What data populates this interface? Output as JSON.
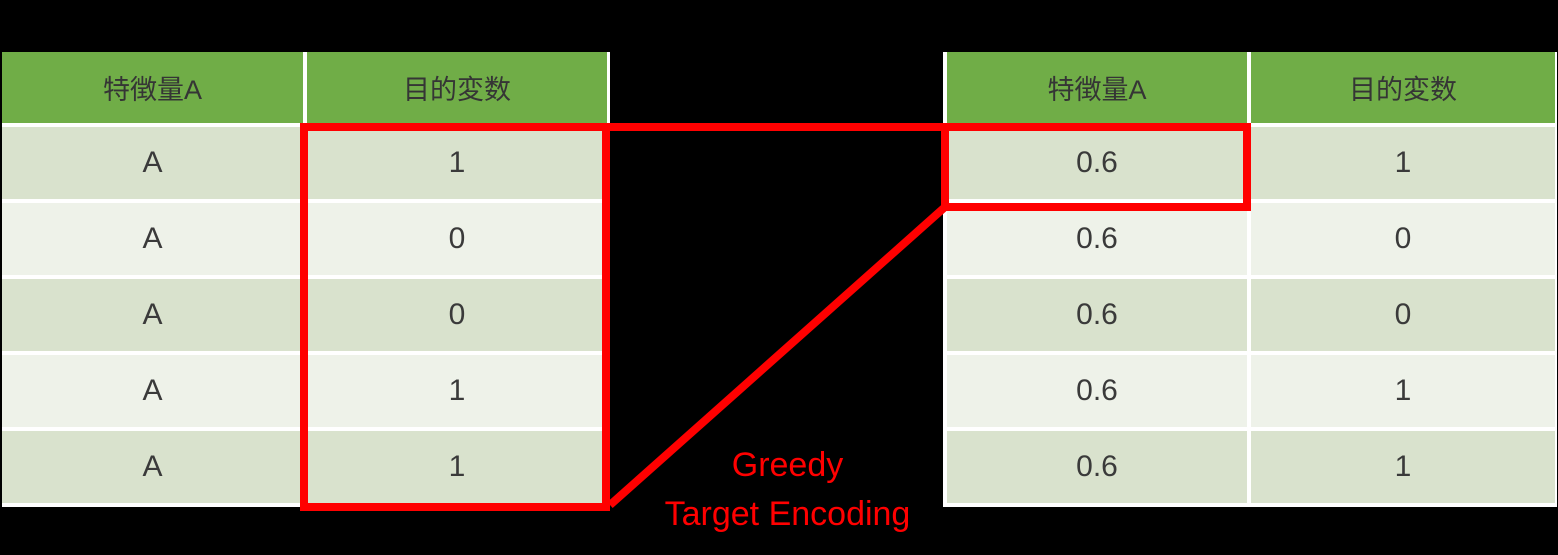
{
  "colors": {
    "background": "#000000",
    "header_green": "#70AD47",
    "row_odd": "#D9E2CD",
    "row_even": "#EEF2E9",
    "table_gap_white": "#FFFFFF",
    "annotation_red": "#FF0000",
    "cell_text": "#3A3A3A"
  },
  "left_table": {
    "columns": [
      "特徴量A",
      "目的変数"
    ],
    "rows": [
      [
        "A",
        "1"
      ],
      [
        "A",
        "0"
      ],
      [
        "A",
        "0"
      ],
      [
        "A",
        "1"
      ],
      [
        "A",
        "1"
      ]
    ]
  },
  "right_table": {
    "columns": [
      "特徴量A",
      "目的変数"
    ],
    "rows": [
      [
        "0.6",
        "1"
      ],
      [
        "0.6",
        "0"
      ],
      [
        "0.6",
        "0"
      ],
      [
        "0.6",
        "1"
      ],
      [
        "0.6",
        "1"
      ]
    ]
  },
  "annotation": {
    "label_line1": "Greedy",
    "label_line2": "Target Encoding"
  }
}
